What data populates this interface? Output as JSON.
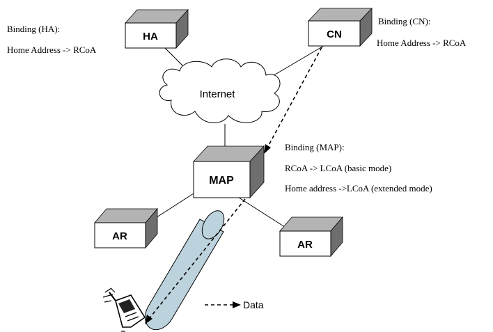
{
  "nodes": {
    "ha": "HA",
    "cn": "CN",
    "map": "MAP",
    "ar_left": "AR",
    "ar_right": "AR"
  },
  "cloud_label": "Internet",
  "annotations": {
    "ha_binding": {
      "title": "Binding (HA):",
      "line1": "Home Address -> RCoA"
    },
    "cn_binding": {
      "title": "Binding (CN):",
      "line1": "Home Address -> RCoA"
    },
    "map_binding": {
      "title": "Binding (MAP):",
      "line1": "RCoA -> LCoA (basic mode)",
      "line2": "Home address ->LCoA (extended mode)"
    }
  },
  "legend": {
    "data_label": "Data"
  },
  "mobile_node": {
    "icon": "mobile-phone-icon"
  },
  "colors": {
    "box_front": "#ffffff",
    "box_top": "#b3b3b3",
    "box_side": "#6e6e6e",
    "tunnel_fill": "#bcd2dc",
    "stroke": "#000000"
  }
}
